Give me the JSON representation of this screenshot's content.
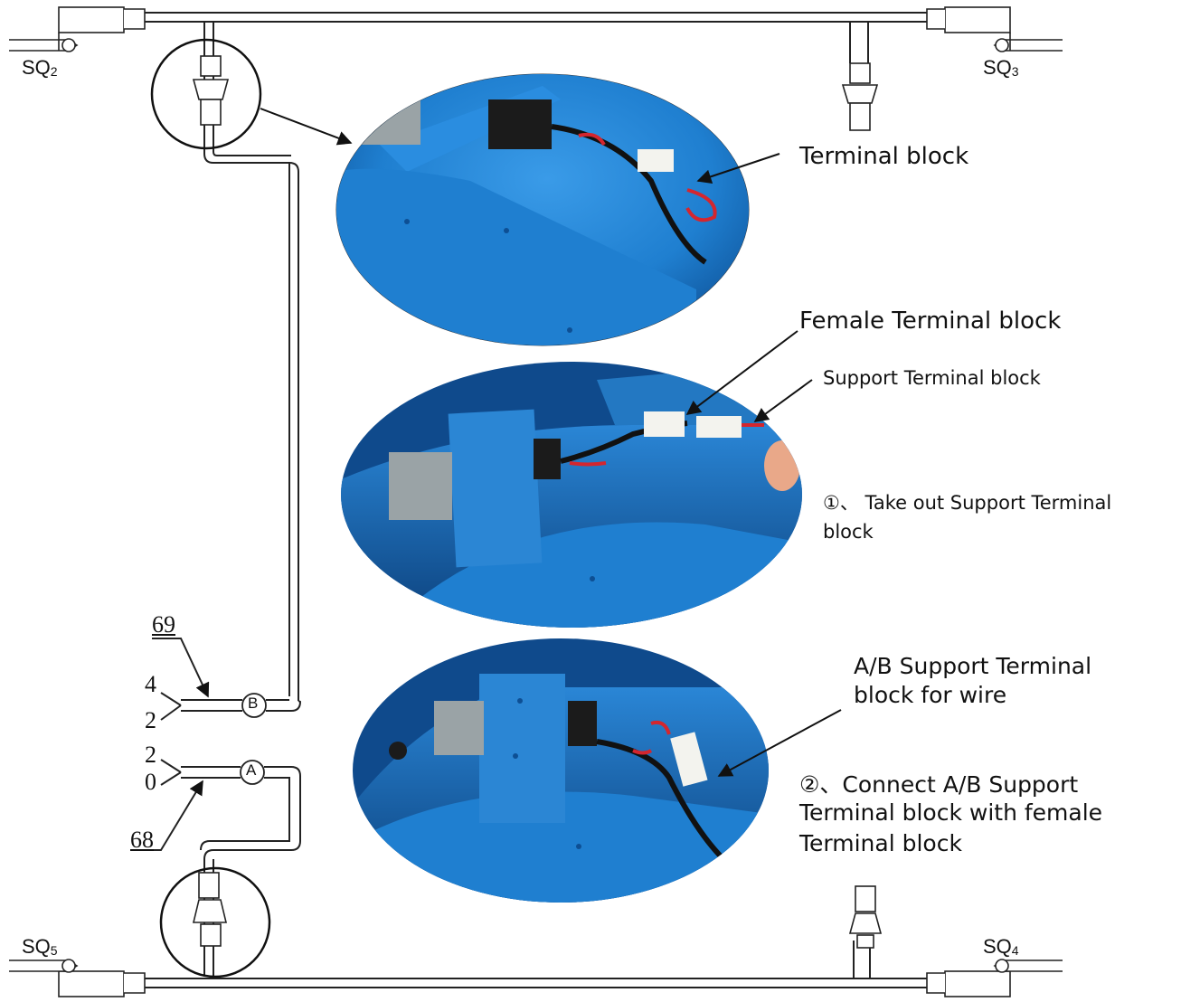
{
  "switches": {
    "sq2": {
      "base": "SQ",
      "sub": "2"
    },
    "sq3": {
      "base": "SQ",
      "sub": "3"
    },
    "sq4": {
      "base": "SQ",
      "sub": "4"
    },
    "sq5": {
      "base": "SQ",
      "sub": "5"
    }
  },
  "wires": {
    "b": {
      "ref": "69",
      "pin_top": "4",
      "pin_bottom": "2",
      "marker": "B"
    },
    "a": {
      "ref": "68",
      "pin_top": "2",
      "pin_bottom": "0",
      "marker": "A"
    }
  },
  "labels": {
    "terminal_block": "Terminal block",
    "female_terminal_block": "Female Terminal block",
    "support_terminal_block": "Support Terminal block",
    "step1_line1": "①、 Take out Support Terminal",
    "step1_line2": "block",
    "ab_support_line1": "A/B  Support  Terminal",
    "ab_support_line2": "block for wire",
    "step2_line1": "②、Connect A/B Support",
    "step2_line2": "Terminal block with female",
    "step2_line3": "Terminal block"
  },
  "colors": {
    "machine_blue": "#1f7fd0",
    "machine_dark": "#0d4f94",
    "wire_red": "#d4262e"
  }
}
